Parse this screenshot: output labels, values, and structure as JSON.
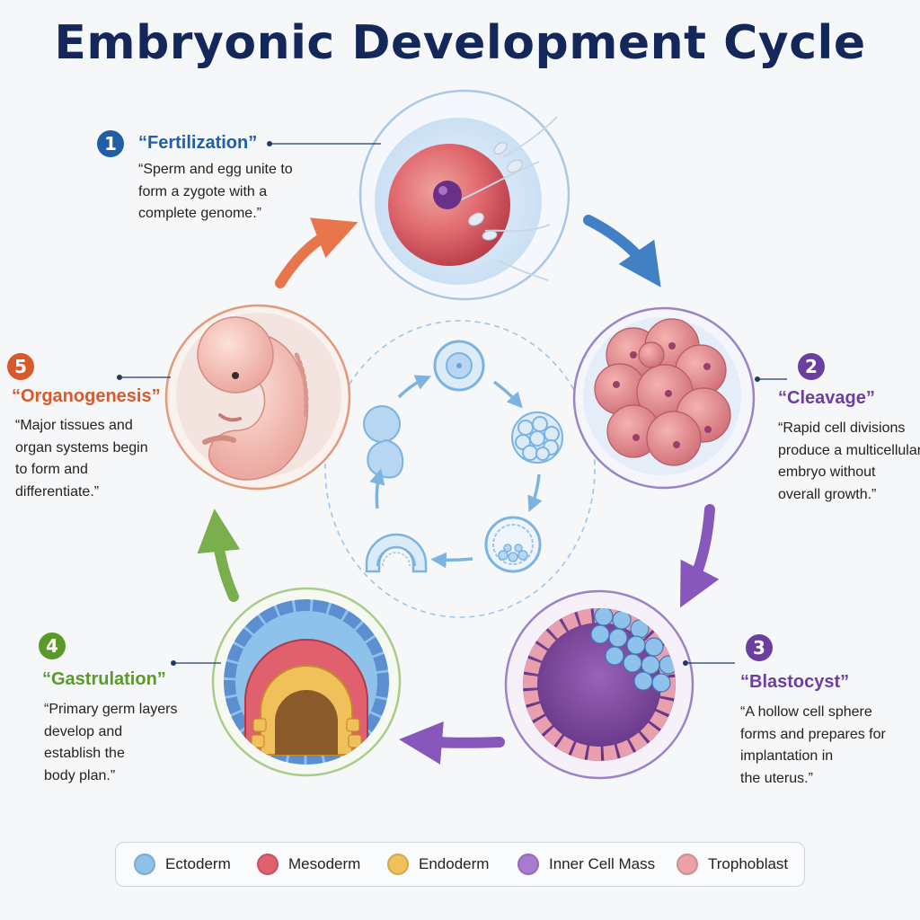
{
  "title": "Embryonic Development Cycle",
  "stages": [
    {
      "number": "1",
      "title": "“Fertilization”",
      "lines": [
        "“Sperm and egg unite to",
        "form a zygote with a",
        "complete genome.”"
      ],
      "color": "#1f5fa8"
    },
    {
      "number": "2",
      "title": "“Cleavage”",
      "lines": [
        "“Rapid cell divisions",
        "produce a multicellular",
        "embryo without",
        "overall growth.”"
      ],
      "color": "#6a3fa0"
    },
    {
      "number": "3",
      "title": "“Blastocyst”",
      "lines": [
        "“A hollow cell sphere",
        "forms and prepares for",
        "implantation in",
        "the uterus.”"
      ],
      "color": "#6a3fa0"
    },
    {
      "number": "4",
      "title": "“Gastrulation”",
      "lines": [
        "“Primary germ layers",
        "develop and",
        "establish the",
        "body plan.”"
      ],
      "color": "#5a9a2a"
    },
    {
      "number": "5",
      "title": "“Organogenesis”",
      "lines": [
        "“Major tissues and",
        "organ systems begin",
        "to form and",
        "differentiate.”"
      ],
      "color": "#d9592b"
    }
  ],
  "legend": [
    {
      "label": "Ectoderm",
      "color": "#8ec2ea"
    },
    {
      "label": "Mesoderm",
      "color": "#e0606e"
    },
    {
      "label": "Endoderm",
      "color": "#f0c05a"
    },
    {
      "label": "Inner Cell Mass",
      "color": "#a97bd0"
    },
    {
      "label": "Trophoblast",
      "color": "#eba1a8"
    }
  ]
}
